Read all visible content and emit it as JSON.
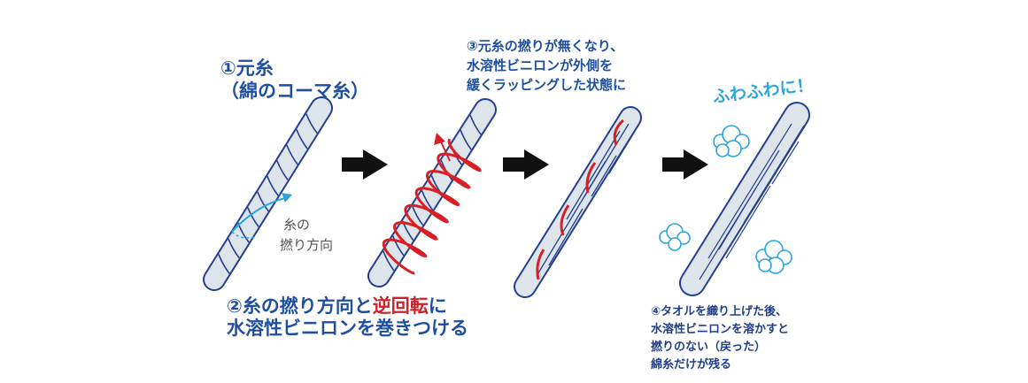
{
  "labels": {
    "step1_line1": "①元糸",
    "step1_line2": "（綿のコーマ糸）",
    "twist_line1": "糸の",
    "twist_line2": "撚り方向",
    "step2_line1_a": "②糸の撚り方向と",
    "step2_line1_red": "逆回転",
    "step2_line1_b": "に",
    "step2_line2": "水溶性ビニロンを巻きつける",
    "step3_line1": "③元糸の撚りが無くなり、",
    "step3_line2": "水溶性ビニロンが外側を",
    "step3_line3": "緩くラッピングした状態に",
    "fuwafuwa": "ふわふわに！",
    "step4_line1": "④タオルを織り上げた後、",
    "step4_line2": "水溶性ビニロンを溶かすと",
    "step4_line3": "撚りのない（戻った）",
    "step4_line4": "綿糸だけが残る"
  },
  "colors": {
    "yarn_fill": "#dde5ea",
    "yarn_stroke": "#233f8f",
    "vinylon_red": "#d91f26",
    "label_blue": "#1f4fa0",
    "accent_cyan": "#2aa5df",
    "arrow_black": "#111111"
  },
  "icons": [
    "right-arrow-icon",
    "cloud-icon"
  ]
}
